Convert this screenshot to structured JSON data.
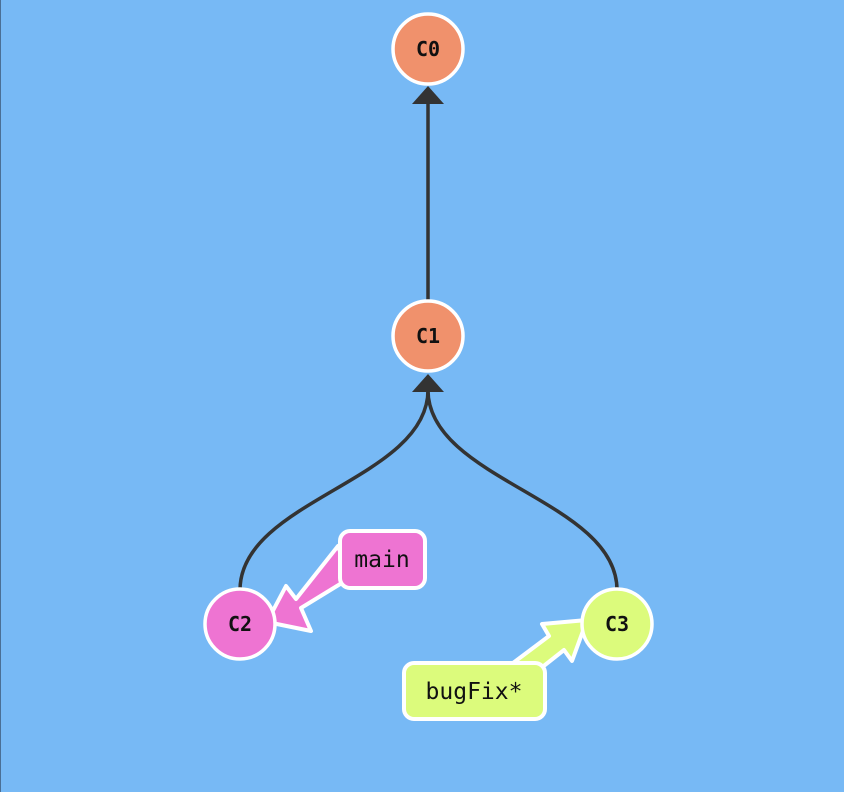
{
  "colors": {
    "background": "#77b9f5",
    "edge": "#333333",
    "node_stroke": "#ffffff",
    "commit_default": "#f0916c",
    "main": "#ee74d2",
    "bugFix": "#dcfb7c"
  },
  "commits": {
    "c0": "C0",
    "c1": "C1",
    "c2": "C2",
    "c3": "C3"
  },
  "branches": {
    "main": "main",
    "bugfix": "bugFix*"
  }
}
